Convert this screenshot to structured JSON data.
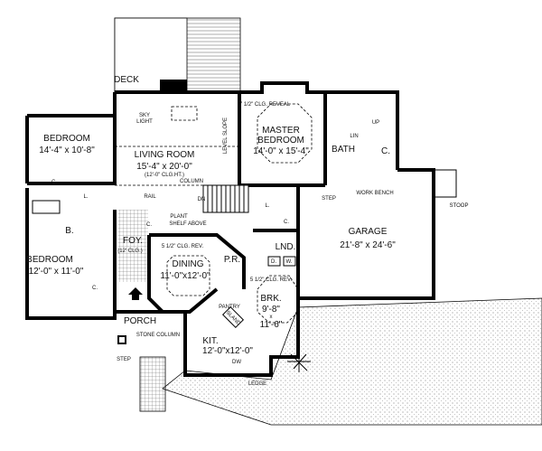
{
  "plan": {
    "deck": "DECK",
    "skylight": [
      "SKY",
      "LIGHT"
    ],
    "living_room": {
      "name": "LIVING ROOM",
      "size": "15'-4\" x 20'-0\"",
      "note": "(12'-0\" CLG.HT.)"
    },
    "level_slope": "LEVEL  SLOPE",
    "column": "COLUMN",
    "rail": "RAIL",
    "dn": "DN",
    "plant_shelf": [
      "PLANT",
      "SHELF ABOVE"
    ],
    "bedroom_1": {
      "name": "BEDROOM",
      "size": "14'-4\" x 10'-8\""
    },
    "bedroom_2": {
      "name": "BEDROOM",
      "size": "12'-0\" x 11'-0\""
    },
    "closet": "C.",
    "linen": "L.",
    "bath_small": "B.",
    "foyer": {
      "name": "FOY.",
      "note": "(12' CLG.)"
    },
    "dining": {
      "name": "DINING",
      "size": "11'-0\"x12'-0\"",
      "note": "5 1/2\" CLG. REV."
    },
    "powder_room": "P.R.",
    "pantry": "PANTRY",
    "breakfast": {
      "name": "BRK.",
      "size_a": "9'-8\"",
      "x": "x",
      "size_b": "11'-6\"",
      "note": "5 1/2\" CLG. REV."
    },
    "island": "ISLAND",
    "kitchen": {
      "name": "KIT.",
      "size": "12'-0\"x12'-0\""
    },
    "dw": "DW",
    "ledge": "LEDGE",
    "porch": "PORCH",
    "stone_column": "STONE COLUMN",
    "step": "STEP",
    "laundry": "LND.",
    "dryer": "D.",
    "washer": "W.",
    "garage": {
      "name": "GARAGE",
      "size": "21'-8\" x 24'-6\""
    },
    "work_bench": "WORK BENCH",
    "stoop": "STOOP",
    "master_bedroom": {
      "name_1": "MASTER",
      "name_2": "BEDROOM",
      "size": "14'-0\" x 15'-4\"",
      "note": "7 1/2\" CLG. REVEAL"
    },
    "bath": "BATH",
    "lin": "LIN",
    "up": "UP"
  }
}
